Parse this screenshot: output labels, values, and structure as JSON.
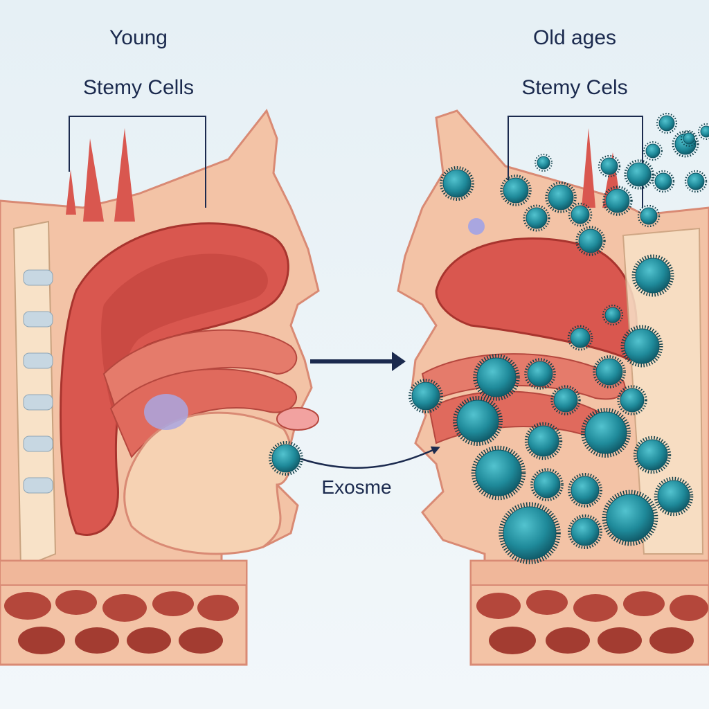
{
  "left_panel": {
    "title": "Young",
    "subtitle": "Stemy Cells"
  },
  "right_panel": {
    "title": "Old ages",
    "subtitle": "Stemy Cels"
  },
  "center": {
    "label": "Exosme"
  },
  "colors": {
    "background": "#eaf3f7",
    "skin": "#f4cba8",
    "tissue_red": "#d9574f",
    "exosome": "#1f8a9a",
    "arrow": "#1b2a4e"
  },
  "icons": [
    "exosome-particle-icon",
    "arrow-right-icon"
  ]
}
